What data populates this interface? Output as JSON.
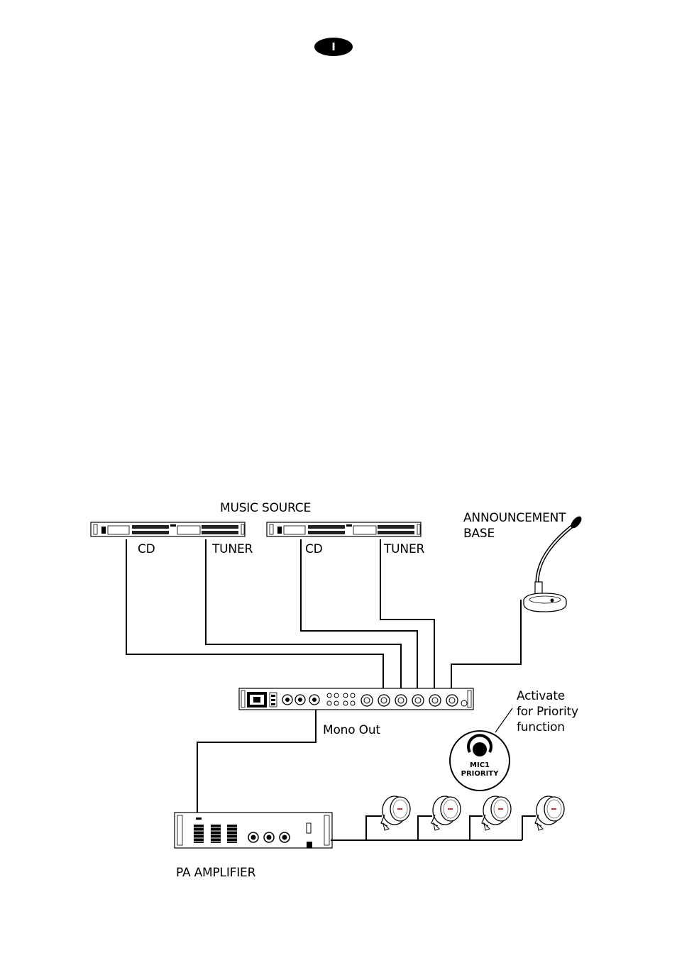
{
  "page": {
    "language_badge": "I"
  },
  "diagram": {
    "music_source_label": "MUSIC SOURCE",
    "source_labels": {
      "cd_1": "CD",
      "tuner_1": "TUNER",
      "cd_2": "CD",
      "tuner_2": "TUNER"
    },
    "announcement_label_line1": "ANNOUNCEMENT",
    "announcement_label_line2": "BASE",
    "mono_out_label": "Mono Out",
    "priority_note_line1": "Activate",
    "priority_note_line2": "for Priority",
    "priority_note_line3": "function",
    "priority_knob_line1": "MIC1",
    "priority_knob_line2": "PRIORITY",
    "amplifier_label": "PA AMPLIFIER",
    "speaker_count": 4
  }
}
